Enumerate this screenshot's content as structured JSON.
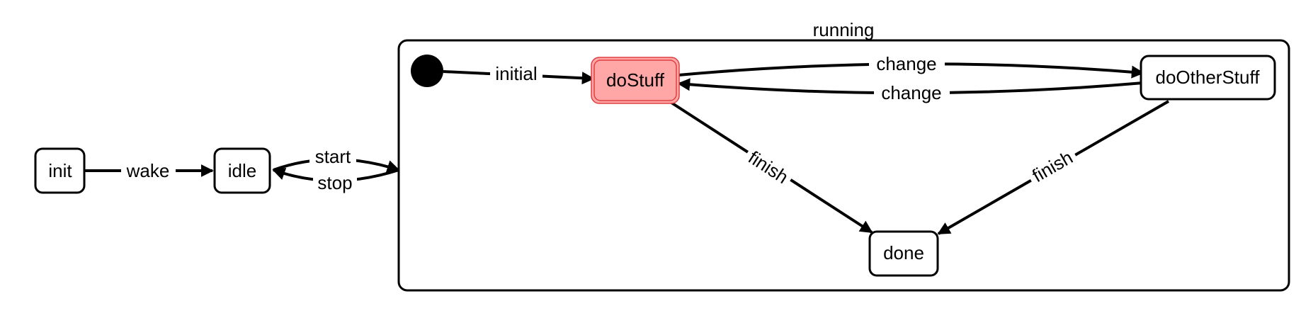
{
  "diagram": {
    "colors": {
      "line": "#000000",
      "node_fill": "#ffffff",
      "active_fill": "#ffa6a6",
      "active_stroke": "#e04040"
    },
    "states": {
      "init": "init",
      "idle": "idle",
      "doStuff": "doStuff",
      "doOtherStuff": "doOtherStuff",
      "done": "done"
    },
    "active_state": "doStuff",
    "group": {
      "label": "running"
    },
    "edges": {
      "wake": "wake",
      "start": "start",
      "stop": "stop",
      "initial": "initial",
      "change_forward": "change",
      "change_back": "change",
      "finish_left": "finish",
      "finish_right": "finish"
    }
  }
}
